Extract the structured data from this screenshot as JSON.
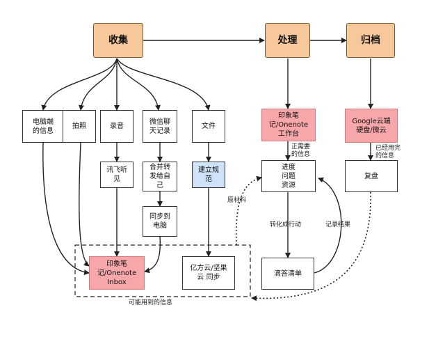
{
  "nodes": {
    "collect": "收集",
    "process": "处理",
    "archive": "归档",
    "pc_info": "电脑端\n的信息",
    "photo": "拍照",
    "record": "录音",
    "wechat": "微信聊\n天记录",
    "file": "文件",
    "xunfei": "讯飞听\n见",
    "merge": "合并转\n发给自\n己",
    "sync_pc": "同步到\n电脑",
    "norm": "建立规\n范",
    "inbox": "印象笔\n记/Onenote\nInbox",
    "yifang": "亿方云/坚果\n云 同步",
    "workbench": "印象笔\n记/Onenote\n工作台",
    "progress": "进度\n问题\n资源",
    "tick": "滴答清单",
    "google": "Google云端\n硬盘/微云",
    "review": "复盘"
  },
  "labels": {
    "needed_info": "正需要\n的信息",
    "raw_material": "原材料",
    "to_action": "转化成行动",
    "record_result": "记录结果",
    "used_info": "已经用完\n的信息",
    "maybe_used": "可能用到的信息"
  }
}
